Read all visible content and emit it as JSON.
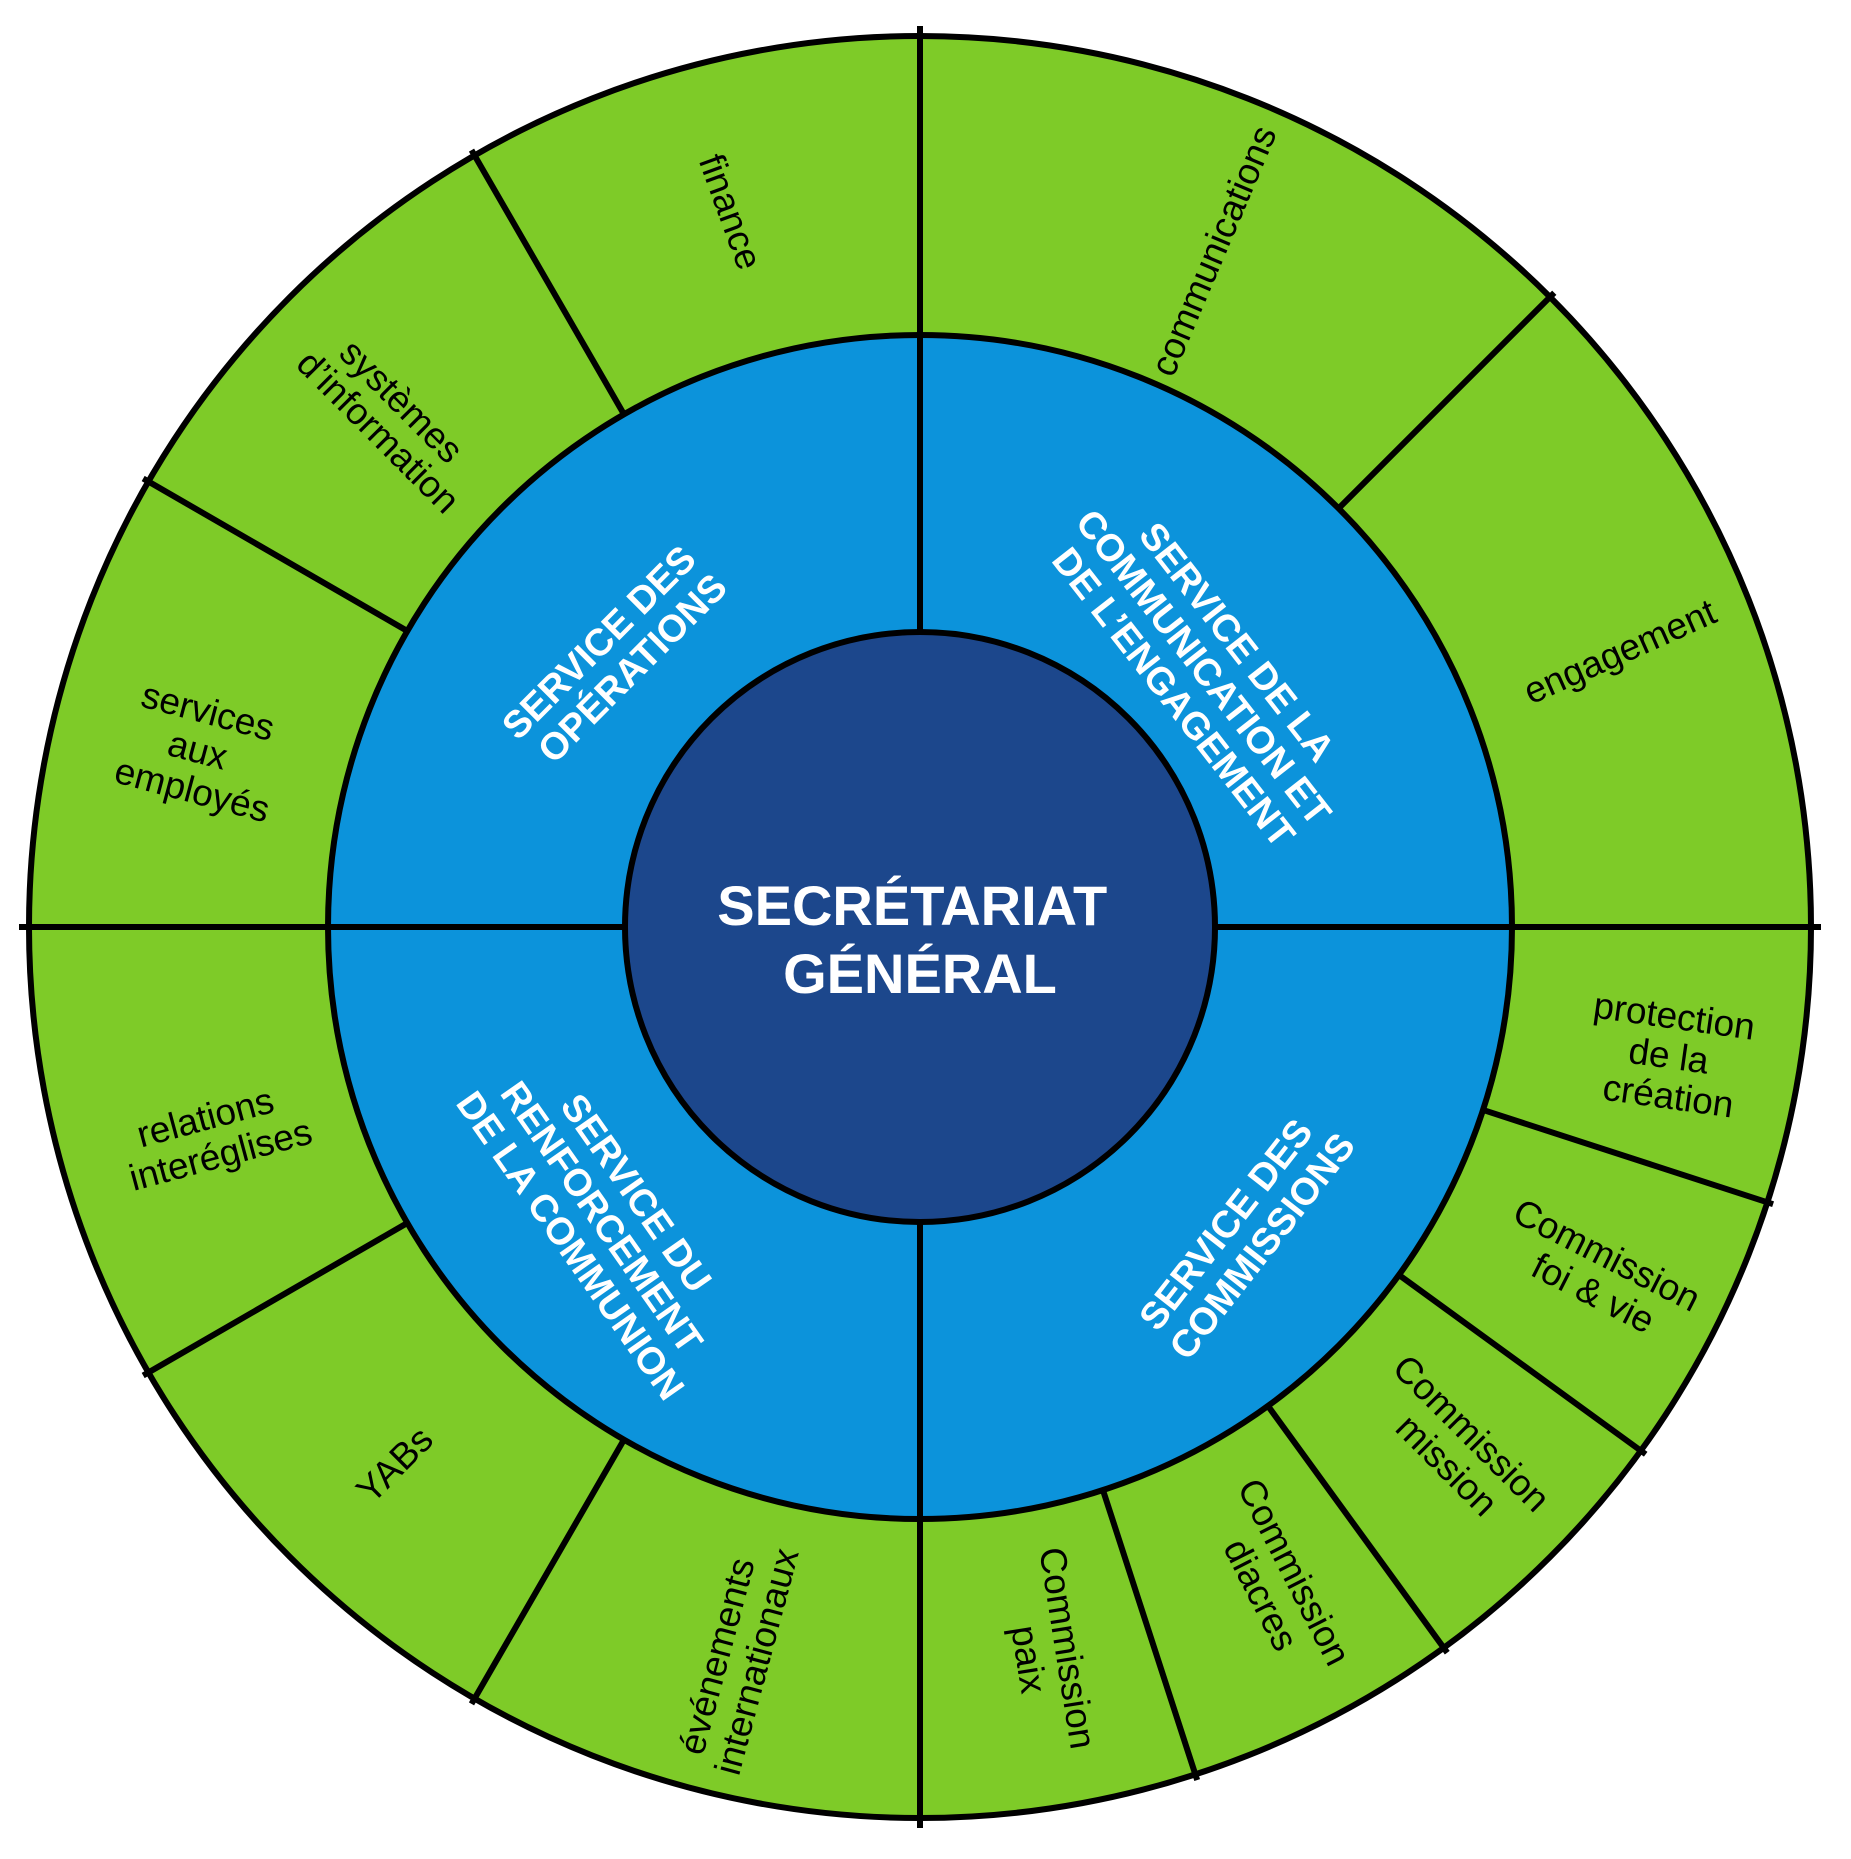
{
  "diagram": {
    "title": "Secrétariat général organigramme",
    "colors": {
      "center": "#1C478C",
      "services": "#0C93DB",
      "units": "#7ECB28",
      "lines": "#000000",
      "service_text": "#FFFFFF",
      "unit_text": "#000000"
    },
    "center": {
      "lines": [
        "SECRÉTARIAT",
        "GÉNÉRAL"
      ]
    },
    "services": [
      {
        "id": "operations",
        "lines": [
          "SERVICE DES",
          "OPÉRATIONS"
        ],
        "units": [
          {
            "lines": [
              "finance"
            ]
          },
          {
            "lines": [
              "systèmes",
              "d’information"
            ]
          },
          {
            "lines": [
              "services",
              "aux",
              "employés"
            ]
          }
        ]
      },
      {
        "id": "communication",
        "lines": [
          "SERVICE DE LA",
          "COMMUNICATION ET",
          "DE L’ENGAGEMENT"
        ],
        "units": [
          {
            "lines": [
              "communications"
            ]
          },
          {
            "lines": [
              "engagement"
            ]
          }
        ]
      },
      {
        "id": "commissions",
        "lines": [
          "SERVICE DES",
          "COMMISSIONS"
        ],
        "units": [
          {
            "lines": [
              "protection",
              "de la",
              "création"
            ]
          },
          {
            "lines": [
              "Commission",
              "foi & vie"
            ]
          },
          {
            "lines": [
              "Commission",
              "mission"
            ]
          },
          {
            "lines": [
              "Commission",
              "diacres"
            ]
          },
          {
            "lines": [
              "Commission",
              "paix"
            ]
          }
        ]
      },
      {
        "id": "communion",
        "lines": [
          "SERVICE DU",
          "RENFORCEMENT",
          "DE LA COMMUNION"
        ],
        "units": [
          {
            "lines": [
              "relations",
              "interéglises"
            ]
          },
          {
            "lines": [
              "YABs"
            ]
          },
          {
            "lines": [
              "événements",
              "internationaux"
            ]
          }
        ]
      }
    ]
  }
}
